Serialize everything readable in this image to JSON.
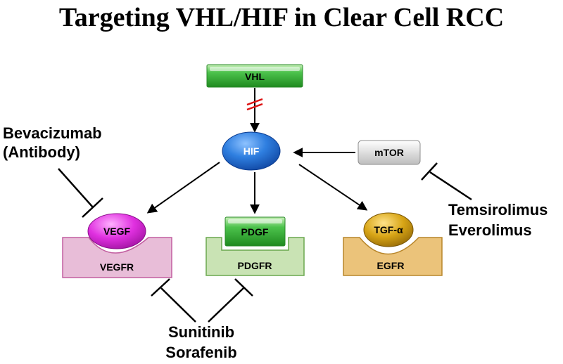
{
  "title": "Targeting VHL/HIF in Clear Cell RCC",
  "nodes": {
    "vhl": "VHL",
    "hif": "HIF",
    "mtor": "mTOR",
    "vegf": "VEGF",
    "vegfr": "VEGFR",
    "pdgf": "PDGF",
    "pdgfr": "PDGFR",
    "tgf": "TGF-α",
    "egfr": "EGFR"
  },
  "drugs": {
    "bevacizumab_line1": "Bevacizumab",
    "bevacizumab_line2": "(Antibody)",
    "temsirolimus": "Temsirolimus",
    "everolimus": "Everolimus",
    "sunitinib": "Sunitinib",
    "sorafenib": "Sorafenib"
  },
  "colors": {
    "vhl_green": "#3bb63b",
    "hif_blue": "#1e6fd0",
    "vegf_magenta": "#e020e0",
    "vegfr_pink": "#e8bdd8",
    "pdgf_green": "#3bb63b",
    "pdgfr_green": "#c9e3b4",
    "tgf_gold": "#d4a010",
    "egfr_tan": "#ebc37a",
    "mtor_gray": "#d9d9d9",
    "break_red": "#dd1111"
  }
}
